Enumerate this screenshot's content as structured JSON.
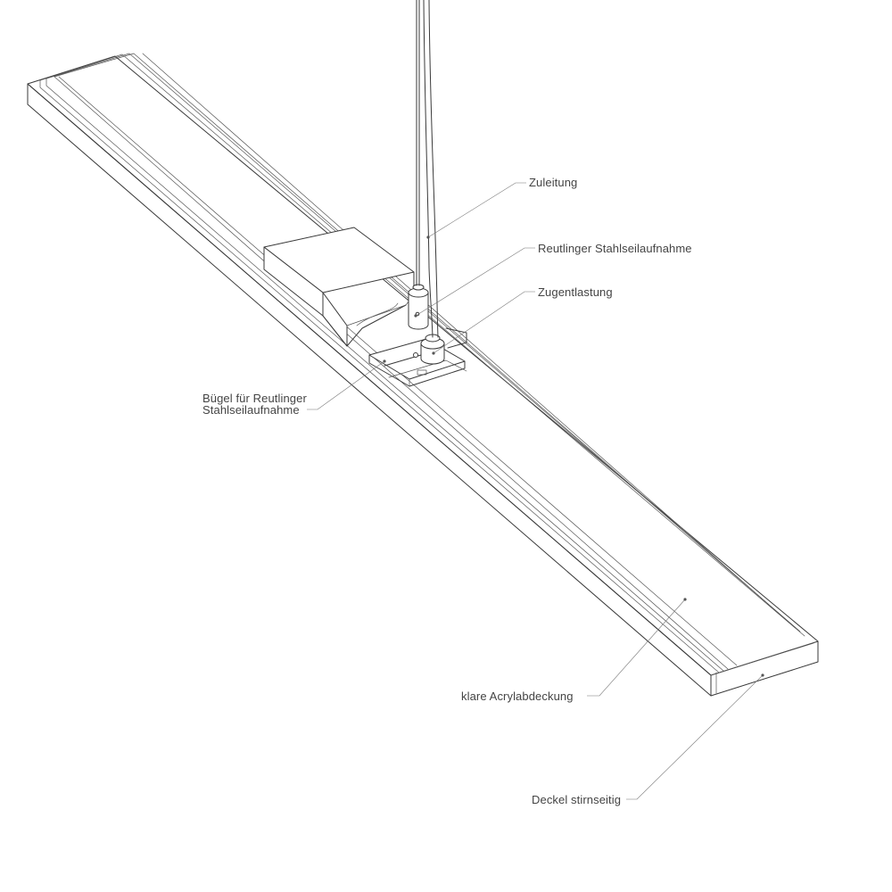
{
  "labels": {
    "zuleitung": "Zuleitung",
    "stahlseilaufnahme": "Reutlinger Stahlseilaufnahme",
    "zugentlastung": "Zugentlastung",
    "buegel_line1": "Bügel für Reutlinger",
    "buegel_line2": "Stahlseilaufnahme",
    "acryl": "klare Acrylabdeckung",
    "deckel": "Deckel stirnseitig"
  },
  "colors": {
    "line": "#3a3a3a",
    "leader": "#777777",
    "text": "#444444",
    "background": "#ffffff"
  }
}
